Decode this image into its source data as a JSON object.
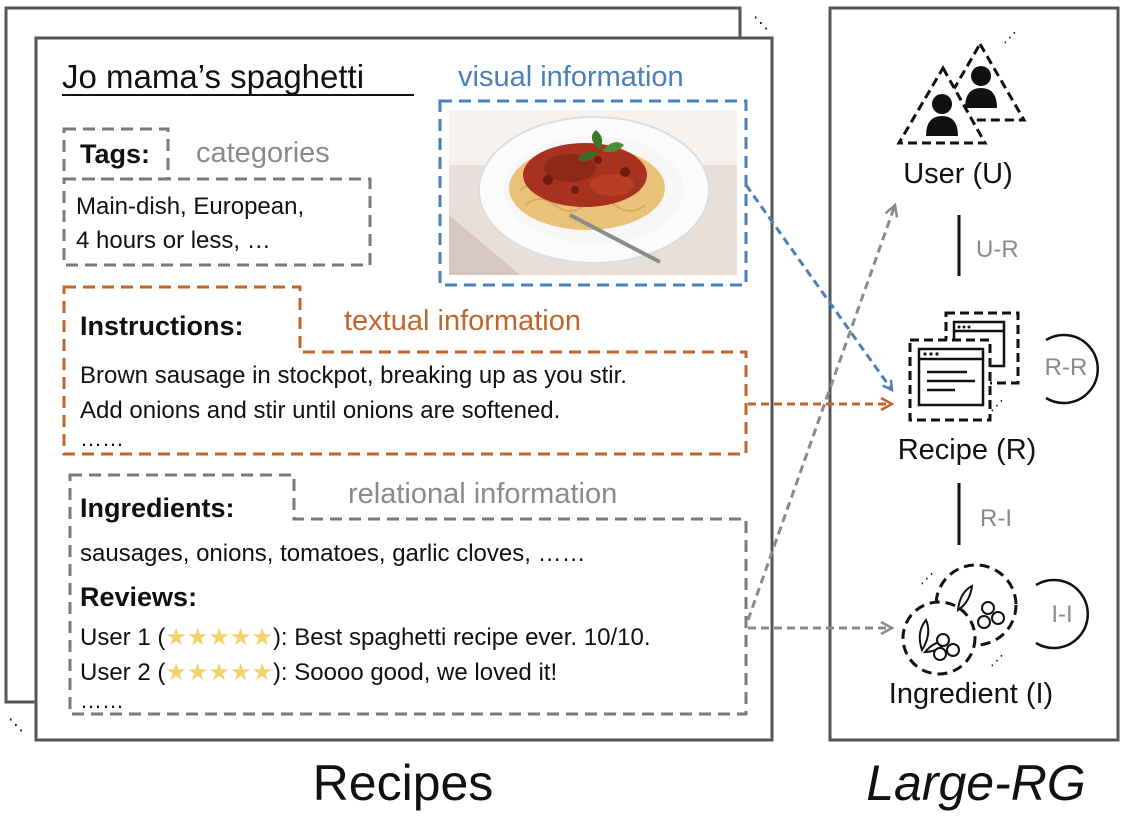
{
  "recipe_card": {
    "title": "Jo mama’s spaghetti",
    "visual_label": "visual information",
    "tags_header": "Tags:",
    "tags_label": "categories",
    "tags_lines": [
      "Main-dish, European,",
      "4 hours or less, …"
    ],
    "instructions_header": "Instructions:",
    "instructions_label": "textual information",
    "instructions_lines": [
      "Brown sausage in stockpot, breaking up as you stir.",
      "Add onions and stir until onions are softened.",
      "……"
    ],
    "ingredients_header": "Ingredients:",
    "relational_label": "relational information",
    "ingredients_line": "sausages, onions, tomatoes, garlic cloves, ……",
    "reviews_header": "Reviews:",
    "reviews": [
      {
        "user": "User 1 (",
        "stars": "★★★★★",
        "text": "): Best spaghetti recipe ever. 10/10."
      },
      {
        "user": "User 2 (",
        "stars": "★★★★★",
        "text": "): Soooo good, we loved it!"
      }
    ],
    "reviews_more": "……"
  },
  "left_caption": "Recipes",
  "graph": {
    "caption": "Large-RG",
    "user_label": "User (U)",
    "recipe_label": "Recipe (R)",
    "ingredient_label": "Ingredient (I)",
    "edge_ur": "U-R",
    "edge_ri": "R-I",
    "loop_rr": "R-R",
    "loop_ii": "I-I"
  },
  "colors": {
    "visual": "#4a7fb9",
    "textual": "#c0652b",
    "relational": "#7a7a7a",
    "star": "#f1d36a"
  }
}
